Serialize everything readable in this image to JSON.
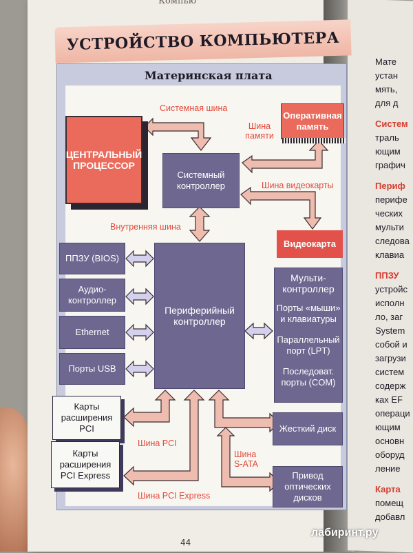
{
  "header": {
    "running_head": "Компью",
    "title": "УСТРОЙСТВО КОМПЬЮТЕРА",
    "subtitle": "Материнская плата"
  },
  "blocks": {
    "cpu": "ЦЕНТРАЛЬНЫЙ ПРОЦЕССОР",
    "ram": "Оперативная память",
    "system_controller": "Системный контроллер",
    "video_card": "Видеокарта",
    "peripheral_controller": "Периферийный контроллер",
    "multi_controller": "Мульти-контроллер",
    "mouse_kbd_ports": "Порты «мыши» и клавиатуры",
    "parallel_port": "Параллельный порт (LPT)",
    "serial_ports": "Последоват. порты (COM)",
    "rom_bios": "ППЗУ (BIOS)",
    "audio": "Аудио-контроллер",
    "ethernet": "Ethernet",
    "usb": "Порты USB",
    "pci_cards": "Карты расширения PCI",
    "pcie_cards": "Карты расширения PCI Express",
    "hdd": "Жесткий диск",
    "optical": "Привод оптических дисков"
  },
  "labels": {
    "system_bus": "Системная шина",
    "memory_bus": "Шина памяти",
    "video_bus": "Шина видеокарты",
    "internal_bus": "Внутренняя шина",
    "pci_bus": "Шина PCI",
    "sata_bus": "Шина S-ATA",
    "pcie_bus": "Шина PCI Express"
  },
  "right_page": {
    "lines": [
      "Мате",
      "устан",
      "мять,",
      "для д",
      "Систем",
      "траль",
      "ющим",
      "графич",
      "Периф",
      "перифе",
      "ческих",
      "мульти",
      "следова",
      "клавиа",
      "ППЗУ",
      "устройс",
      "исполн",
      "ло, заг",
      "System",
      "собой и",
      "загрузи",
      "систем",
      "содерж",
      "ках EF",
      "операци",
      "ющим",
      "основн",
      "оборуд",
      "ление",
      "Карта",
      "помещ",
      "добавл"
    ],
    "red_lines": [
      4,
      8,
      14,
      29
    ]
  },
  "footer": {
    "page_number": "44",
    "watermark": "лабиринт.ру"
  },
  "colors": {
    "accent_red": "#e24a3c",
    "block_purple": "#6e6790",
    "cpu_red": "#ea6b5c",
    "panel_blue": "#c7cbdd"
  }
}
